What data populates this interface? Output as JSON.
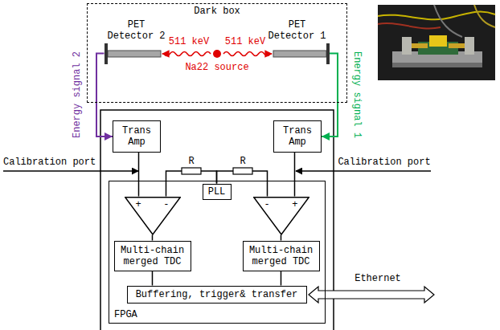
{
  "diagram": {
    "nodes": [
      {
        "text": [
          "Dark box"
        ]
      },
      {
        "text": [
          "PET Detector 2"
        ],
        "in": 0
      },
      {
        "text": [
          "PET Detector 1"
        ],
        "in": 0
      },
      {
        "text": [
          "Trans Amp"
        ]
      },
      {
        "text": [
          "Trans Amp"
        ]
      },
      {
        "text": [
          "FPGA"
        ]
      },
      {
        "text": [
          "PLL"
        ],
        "in": 5
      },
      {
        "text": [
          "+",
          "-"
        ],
        "in": 5
      },
      {
        "text": [
          "-",
          "+"
        ],
        "in": 5
      },
      {
        "text": [
          "Multi-chain merged TDC"
        ],
        "in": 5
      },
      {
        "text": [
          "Multi-chain merged TDC"
        ],
        "in": 5
      },
      {
        "text": [
          "Buffering, trigger& transfer"
        ],
        "in": 5
      }
    ],
    "edges": [
      {
        "from": 1,
        "to": 3,
        "label": "Energy signal 2",
        "arrow": "to"
      },
      {
        "from": 2,
        "to": 4,
        "label": "Energy signal 1",
        "arrow": "to"
      },
      {
        "from": 3,
        "to": 7,
        "arrow": "none"
      },
      {
        "from": 4,
        "to": 8,
        "arrow": "none"
      },
      {
        "from": 6,
        "to": 7,
        "arrow": "none"
      },
      {
        "from": 6,
        "to": 8,
        "arrow": "none"
      },
      {
        "from": 7,
        "to": 9,
        "arrow": "none"
      },
      {
        "from": 8,
        "to": 10,
        "arrow": "none"
      },
      {
        "from": 9,
        "to": 11,
        "arrow": "none"
      },
      {
        "from": 10,
        "to": 11,
        "arrow": "none"
      }
    ],
    "labels": [
      "511 keV",
      "511 keV",
      "Na22 source",
      "R",
      "R",
      "Calibration port",
      "Calibration port",
      "Ethernet"
    ]
  }
}
